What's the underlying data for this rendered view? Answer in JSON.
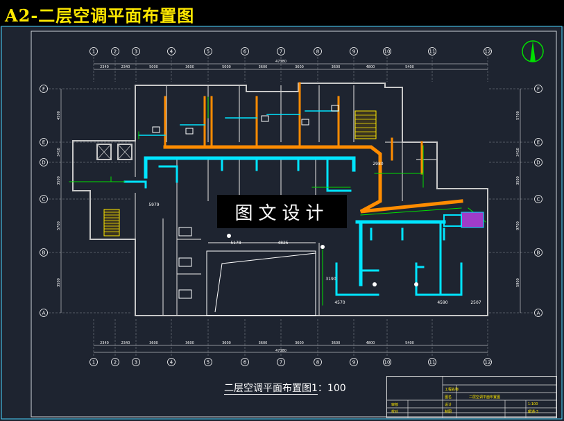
{
  "title": "A2-二层空调平面布置图",
  "watermark": "图文设计",
  "drawing_caption": "二层空调平面布置图1：100",
  "total_dim_top": "47380",
  "total_dim_bottom": "47380",
  "grid_axes_columns": [
    "1",
    "2",
    "3",
    "4",
    "5",
    "6",
    "7",
    "8",
    "9",
    "10",
    "11",
    "12"
  ],
  "grid_axes_rows": [
    "F",
    "E",
    "D",
    "C",
    "B",
    "A"
  ],
  "top_dims": [
    "2340",
    "2340",
    "5000",
    "3600",
    "5000",
    "3600",
    "3600",
    "3600",
    "4800",
    "5400"
  ],
  "bottom_dims": [
    "2340",
    "2340",
    "3600",
    "3600",
    "3600",
    "3600",
    "3600",
    "3600",
    "4800",
    "5400"
  ],
  "left_dims": [
    "4500",
    "3410",
    "3500",
    "5700",
    "3500"
  ],
  "right_dims": [
    "5700",
    "3410",
    "3500",
    "9700",
    "5900"
  ],
  "inner_dims": [
    "5178",
    "4825",
    "4570",
    "4590",
    "2507",
    "5979",
    "2980",
    "3190"
  ],
  "title_block": {
    "project": "工程名称",
    "drawing_name_label": "图名",
    "drawing_name": "二层空调平面布置图",
    "reviewer": "审核",
    "designer": "设计",
    "checker": "校对",
    "drawer": "制图",
    "scale": "1:100",
    "number": "暖通-3"
  },
  "colors": {
    "background": "#1e2430",
    "title": "#ffe800",
    "wall": "#c8c8c8",
    "supply_duct": "#ff8c00",
    "return_duct": "#00e5ff",
    "pipe": "#00e000",
    "grid": "#ffffff",
    "dimension": "#ffffff",
    "unit": "#cc44ff"
  }
}
